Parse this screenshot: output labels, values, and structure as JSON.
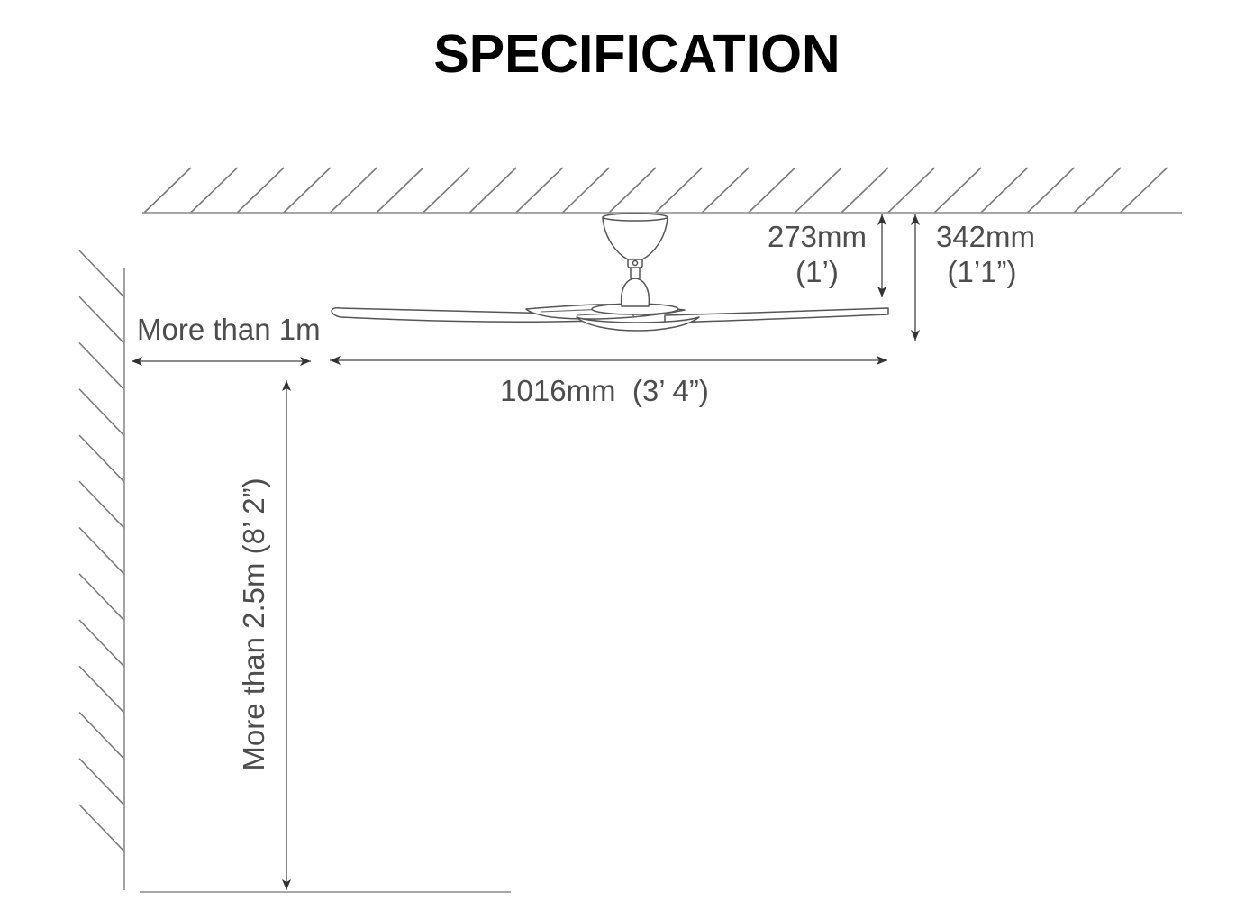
{
  "title": "SPECIFICATION",
  "dimensions": {
    "wall_clearance": "More than 1m",
    "blade_span": "1016mm  (3’ 4”)",
    "floor_clearance": "More than 2.5m (8’ 2”)",
    "drop_short": {
      "metric": "273mm",
      "imperial": "(1’)"
    },
    "drop_long": {
      "metric": "342mm",
      "imperial": "(1’1”)"
    }
  }
}
